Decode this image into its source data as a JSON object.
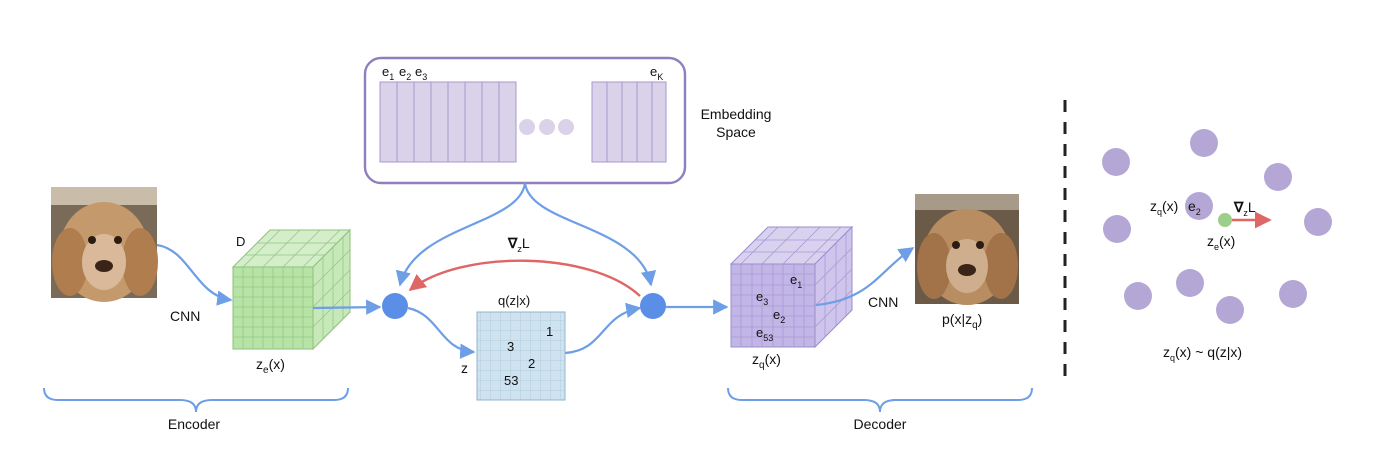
{
  "colors": {
    "arrow_blue": "#6d9ee6",
    "node_blue": "#5b8ee6",
    "gradient_red": "#e06666",
    "encoder_cube": "#b8e3a7",
    "decoder_cube": "#c2b6e6",
    "codebook_panel": "#d9d2e9",
    "codebook_border": "#8f7fbf",
    "grid_blue": "#cfe2ef",
    "embedding_dot": "#b4a7d6",
    "ze_dot": "#9ccf8a"
  },
  "icons": {
    "input_image": "dog-photo-icon",
    "output_image": "dog-photo-icon"
  },
  "labels": {
    "cnn_encoder": "CNN",
    "cnn_decoder": "CNN",
    "depth_d": "D",
    "ze": "z",
    "ze_sub": "e",
    "ze_suffix": "(x)",
    "zq": "z",
    "zq_sub": "q",
    "zq_suffix": "(x)",
    "embedding_space_line1": "Embedding",
    "embedding_space_line2": "Space",
    "codebook_e1": "e",
    "codebook_e1_sub": "1",
    "codebook_e2": "e",
    "codebook_e2_sub": "2",
    "codebook_e3": "e",
    "codebook_e3_sub": "3",
    "codebook_eK": "e",
    "codebook_eK_sub": "K",
    "q_title": "q(z|x)",
    "z_label": "z",
    "q_val_1": "1",
    "q_val_3": "3",
    "q_val_2": "2",
    "q_val_53": "53",
    "dec_e1": "e",
    "dec_e1_sub": "1",
    "dec_e3": "e",
    "dec_e3_sub": "3",
    "dec_e2": "e",
    "dec_e2_sub": "2",
    "dec_e53": "e",
    "dec_e53_sub": "53",
    "grad_nabla": "∇",
    "grad_sub": "z",
    "grad_L": "L",
    "output_p": "p(x|z",
    "output_p_sub": "q",
    "output_p_close": ")",
    "encoder": "Encoder",
    "decoder": "Decoder",
    "right_zq": "z",
    "right_zq_sub": "q",
    "right_zq_suffix": "(x)",
    "right_e2": "e",
    "right_e2_sub": "2",
    "right_grad_nabla": "∇",
    "right_grad_sub": "z",
    "right_grad_L": "L",
    "right_ze": "z",
    "right_ze_sub": "e",
    "right_ze_suffix": "(x)",
    "bottom_formula_a": "z",
    "bottom_formula_sub": "q",
    "bottom_formula_b": "(x) ~ q(z|x)"
  }
}
